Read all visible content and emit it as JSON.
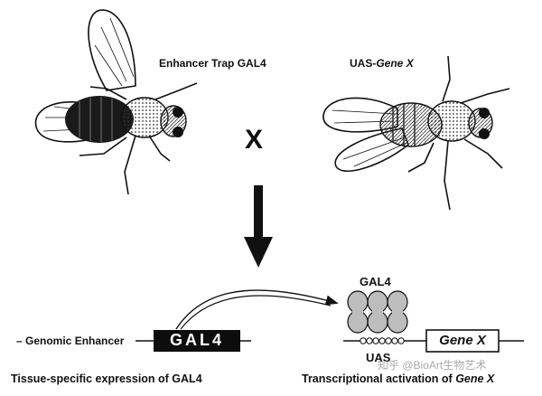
{
  "labels": {
    "enhancer_trap": "Enhancer Trap GAL4",
    "uas_prefix": "UAS-",
    "uas_gene": "Gene X",
    "cross_symbol": "X",
    "genomic_enhancer": "– Genomic Enhancer",
    "gal4_gene": "GAL4",
    "gal4_protein": "GAL4",
    "uas": "UAS",
    "gene_x_box": "Gene X",
    "caption_left": "Tissue-specific expression of GAL4",
    "caption_right_prefix": "Transcriptional activation of ",
    "caption_right_gene": "Gene X"
  },
  "watermark": "知乎 @BioArt生物艺术",
  "colors": {
    "ink": "#111111",
    "gene_block": "#0d0d0d",
    "protein_fill": "#bdbdbd"
  }
}
